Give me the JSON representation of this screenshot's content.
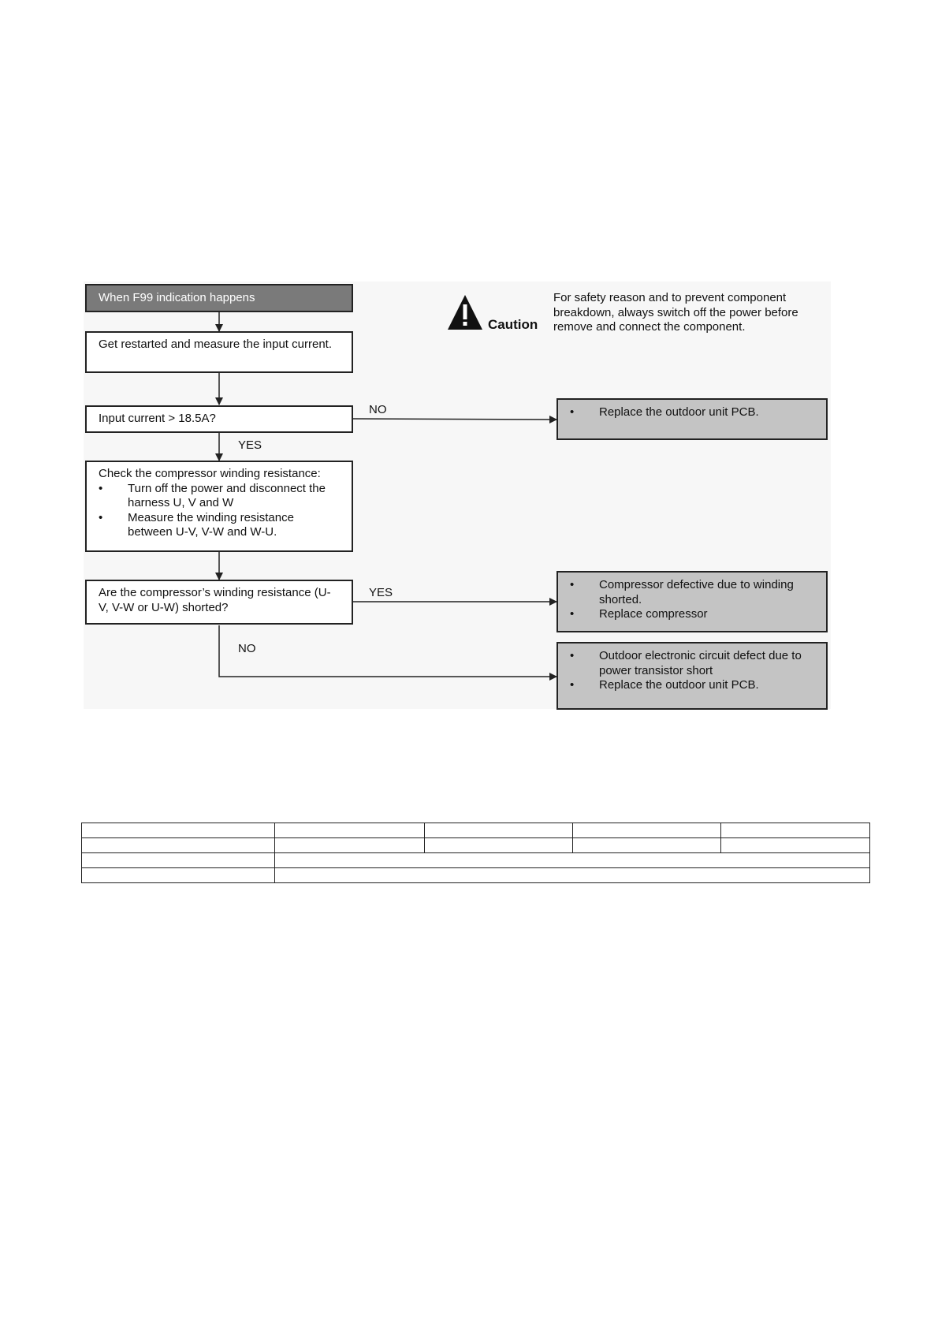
{
  "flowchart": {
    "start": "When F99 indication happens",
    "step_restart": "Get restarted and measure the input current.",
    "decision_current": "Input current > 18.5A?",
    "label_no_1": "NO",
    "label_yes_1": "YES",
    "check_title": "Check the compressor winding resistance:",
    "check_items": [
      "Turn off the power and disconnect the harness U, V and W",
      "Measure the winding resistance between U-V, V-W and W-U."
    ],
    "decision_shorted": "Are the compressor’s winding resistance (U-V, V-W or U-W) shorted?",
    "label_yes_2": "YES",
    "label_no_2": "NO",
    "result_pcb": [
      "Replace the outdoor unit PCB."
    ],
    "result_compressor": [
      "Compressor defective due to winding shorted.",
      "Replace compressor"
    ],
    "result_circuit": [
      "Outdoor electronic circuit defect due to power transistor short",
      "Replace the outdoor unit PCB."
    ]
  },
  "caution": {
    "icon": "warning-triangle-icon",
    "label": "Caution",
    "text": "For safety reason and to prevent component breakdown, always switch off the power before remove and connect the component."
  },
  "colors": {
    "start_fill": "#7a7a7a",
    "result_fill": "#c4c4c4",
    "line": "#222222"
  }
}
